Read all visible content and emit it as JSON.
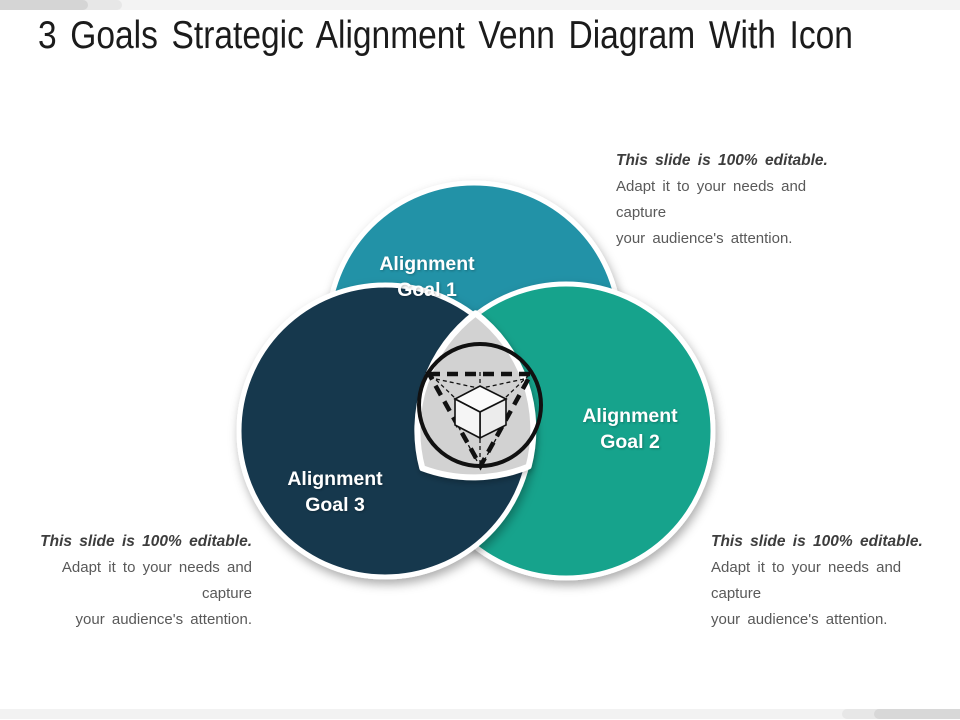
{
  "slide": {
    "title": "3 Goals Strategic Alignment Venn Diagram With Icon"
  },
  "venn": {
    "circles": [
      {
        "id": "goal-1",
        "label_line1": "Alignment",
        "label_line2": "Goal 1",
        "color": "#2092A7"
      },
      {
        "id": "goal-2",
        "label_line1": "Alignment",
        "label_line2": "Goal 2",
        "color": "#12A38C"
      },
      {
        "id": "goal-3",
        "label_line1": "Alignment",
        "label_line2": "Goal 3",
        "color": "#16384E"
      }
    ],
    "center": {
      "fill": "#D2D2D2",
      "icon": "cube-3d-projection-icon",
      "icon_stroke": "#111111"
    },
    "border_color": "#FFFFFF"
  },
  "notes": {
    "top_right": {
      "headline": "This slide is 100% editable.",
      "line2": "Adapt it to your needs and capture",
      "line3": "your audience's attention."
    },
    "bottom_left": {
      "headline": "This slide is 100% editable.",
      "line2": "Adapt it to your needs and capture",
      "line3": "your audience's attention."
    },
    "bottom_right": {
      "headline": "This slide is 100% editable.",
      "line2": "Adapt it to your needs and capture",
      "line3": "your audience's attention."
    }
  },
  "chrome": {
    "top_bar": {
      "dark": "#D5D5D5",
      "mid": "#E7E7E7",
      "light": "#F3F3F3"
    },
    "bottom_bar": {
      "dark": "#D8D8D8",
      "mid": "#E7E7E7",
      "light": "#F2F2F2"
    }
  }
}
